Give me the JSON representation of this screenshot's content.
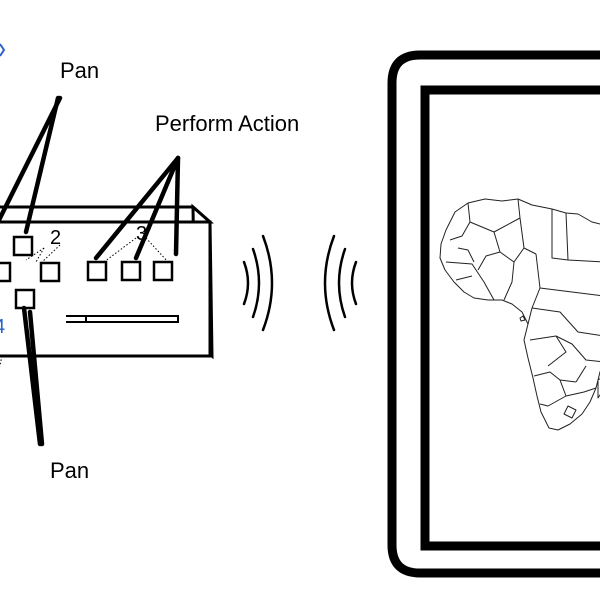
{
  "labels": {
    "pan_top": "Pan",
    "perform_action": "Perform Action",
    "pan_bottom": "Pan",
    "button_group_2": "2",
    "button_group_3": "3",
    "button_group_4": "4"
  },
  "colors": {
    "ink": "#000000",
    "accent_blue": "#2a63c7",
    "background": "#ffffff"
  },
  "icons": {
    "signal_waves": "wireless-signal-icon",
    "map": "africa-map-icon"
  }
}
